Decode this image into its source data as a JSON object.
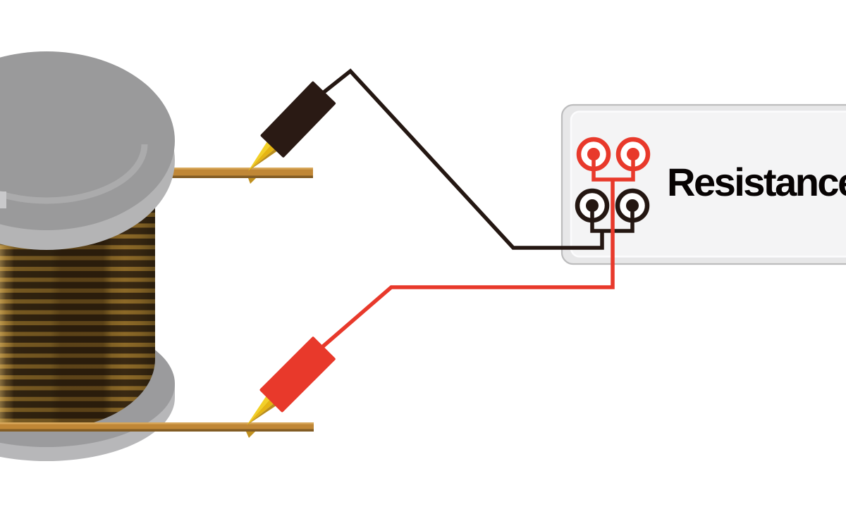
{
  "meter": {
    "label": "Resistance",
    "terminal_rows": [
      {
        "color": "red",
        "count": 2
      },
      {
        "color": "black",
        "count": 2
      }
    ]
  },
  "coil": {
    "name": "wire-coil-on-spool",
    "lead_top": "copper-lead-strip-top",
    "lead_bottom": "copper-lead-strip-bottom"
  },
  "probes": [
    {
      "name": "black-probe"
    },
    {
      "name": "red-probe"
    }
  ],
  "colors": {
    "wire_red": "#e8392b",
    "wire_black": "#241712",
    "probe_red": "#e8392b",
    "probe_black": "#2a1a14",
    "label": "#070303",
    "copper_bar": "#c08736",
    "copper_bar_light": "#d7a75a",
    "copper_bar_dark": "#825c24",
    "tip_gold": "#e5b513",
    "winding_dark": "#3a2912",
    "winding_light": "#8f6b28",
    "spool_gray": "#9a9a9b",
    "spool_gray_light": "#b4b4b5",
    "flange_gray": "#9b9b9d",
    "flange_gray_light": "#b7b7b9",
    "panel_fill": "#f4f4f5",
    "panel_frame": "#e7e7e8",
    "frame_stroke": "#bcbcbd"
  }
}
